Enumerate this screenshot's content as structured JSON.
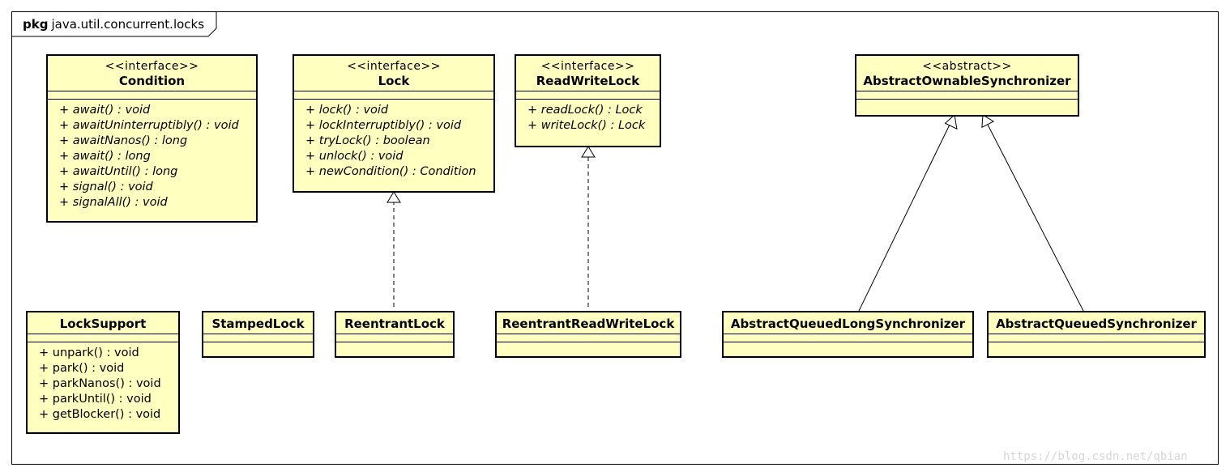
{
  "package": {
    "keyword": "pkg",
    "name": "java.util.concurrent.locks"
  },
  "classes": {
    "condition": {
      "stereotype": "<<interface>>",
      "name": "Condition",
      "operations": [
        "+ await() : void",
        "+ awaitUninterruptibly() : void",
        "+ awaitNanos() : long",
        "+ await() : long",
        "+ awaitUntil() : long",
        "+ signal() : void",
        "+ signalAll() : void"
      ]
    },
    "lock": {
      "stereotype": "<<interface>>",
      "name": "Lock",
      "operations": [
        "+ lock() : void",
        "+ lockInterruptibly() : void",
        "+ tryLock() : boolean",
        "+ unlock() : void",
        "+ newCondition() : Condition"
      ]
    },
    "readwritelock": {
      "stereotype": "<<interface>>",
      "name": "ReadWriteLock",
      "operations": [
        "+ readLock() : Lock",
        "+ writeLock() : Lock"
      ]
    },
    "aos": {
      "stereotype": "<<abstract>>",
      "name": "AbstractOwnableSynchronizer"
    },
    "locksupport": {
      "name": "LockSupport",
      "operations": [
        "+ unpark() : void",
        "+ park() : void",
        "+ parkNanos() : void",
        "+ parkUntil() : void",
        "+ getBlocker() : void"
      ]
    },
    "stampedlock": {
      "name": "StampedLock"
    },
    "reentrantlock": {
      "name": "ReentrantLock"
    },
    "reentrantrwlock": {
      "name": "ReentrantReadWriteLock"
    },
    "aqls": {
      "name": "AbstractQueuedLongSynchronizer"
    },
    "aqs": {
      "name": "AbstractQueuedSynchronizer"
    }
  },
  "relations": [
    {
      "type": "realization",
      "from": "ReentrantLock",
      "to": "Lock"
    },
    {
      "type": "realization",
      "from": "ReentrantReadWriteLock",
      "to": "ReadWriteLock"
    },
    {
      "type": "generalization",
      "from": "AbstractQueuedLongSynchronizer",
      "to": "AbstractOwnableSynchronizer"
    },
    {
      "type": "generalization",
      "from": "AbstractQueuedSynchronizer",
      "to": "AbstractOwnableSynchronizer"
    }
  ],
  "watermark": "https://blog.csdn.net/qbian",
  "colors": {
    "class_fill": "#ffffc0",
    "border": "#000000",
    "watermark": "#d6d6d6"
  }
}
